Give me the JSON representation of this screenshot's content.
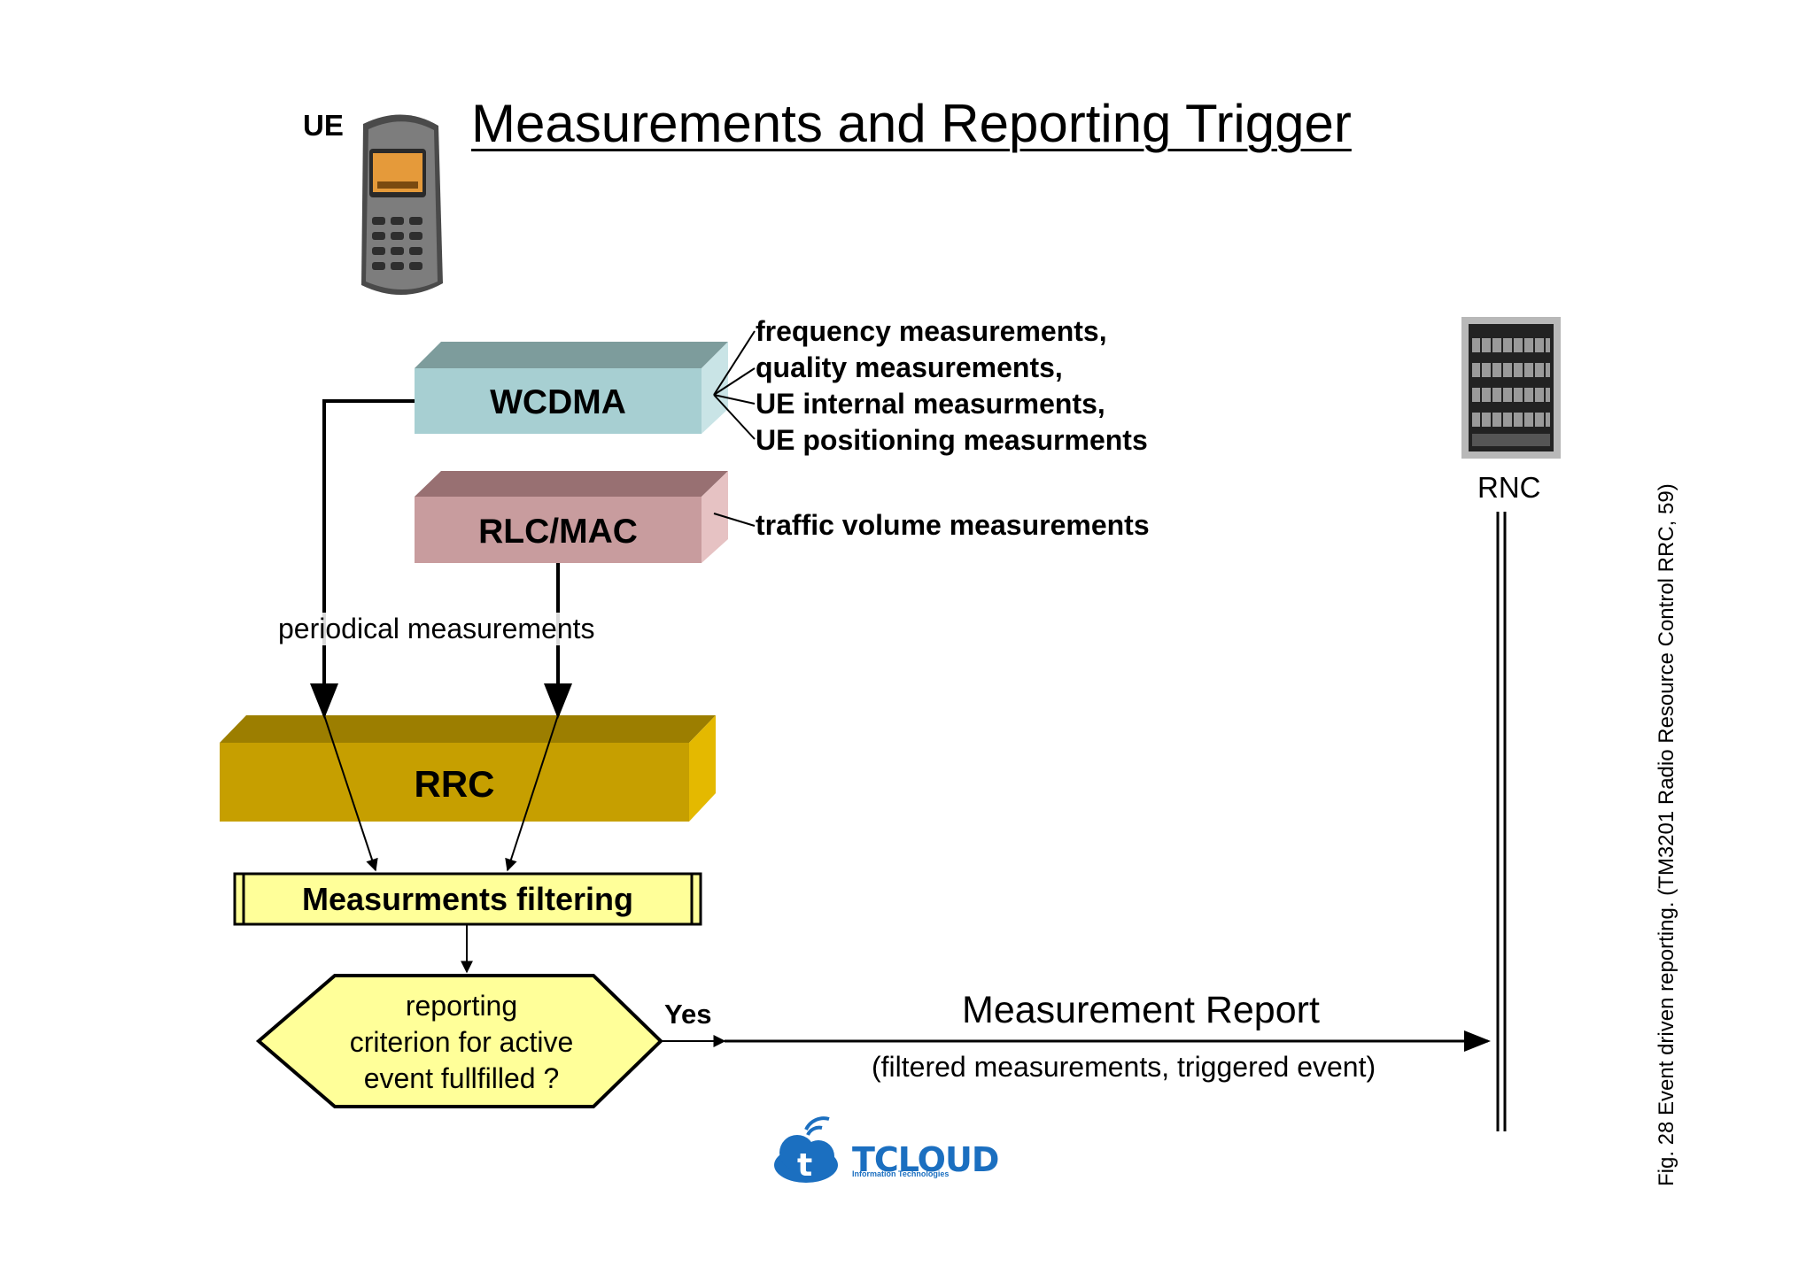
{
  "title": "Measurements and Reporting Trigger",
  "ue_label": "UE",
  "boxes": {
    "wcdma": "WCDMA",
    "rlc_mac": "RLC/MAC",
    "rrc": "RRC",
    "filtering": "Measurments filtering"
  },
  "wcdma_measurements": [
    "frequency measurements,",
    "quality measurements,",
    "UE internal measurments,",
    "UE positioning measurments"
  ],
  "rlc_measurement": "traffic volume measurements",
  "periodical_label": "periodical measurements",
  "decision": {
    "line1": "reporting",
    "line2": "criterion for active",
    "line3": "event fullfilled ?"
  },
  "yes_label": "Yes",
  "report": {
    "title": "Measurement Report",
    "subtitle": "(filtered measurements, triggered event)"
  },
  "rnc_label": "RNC",
  "caption": "Fig. 28 Event driven reporting. (TM3201 Radio Resource Control RRC, 59)",
  "logo": {
    "name": "TCLOUD",
    "tagline": "Information Technologies"
  },
  "colors": {
    "wcdma_front": "#a7cfd2",
    "wcdma_top": "#7d9c9c",
    "rlc_front": "#c89c9e",
    "rlc_top": "#987072",
    "rrc_front": "#c69f00",
    "rrc_top": "#9c7e00",
    "filter_fill": "#ffff99",
    "decision_fill": "#ffff99",
    "logo_blue": "#1b6fc0"
  }
}
